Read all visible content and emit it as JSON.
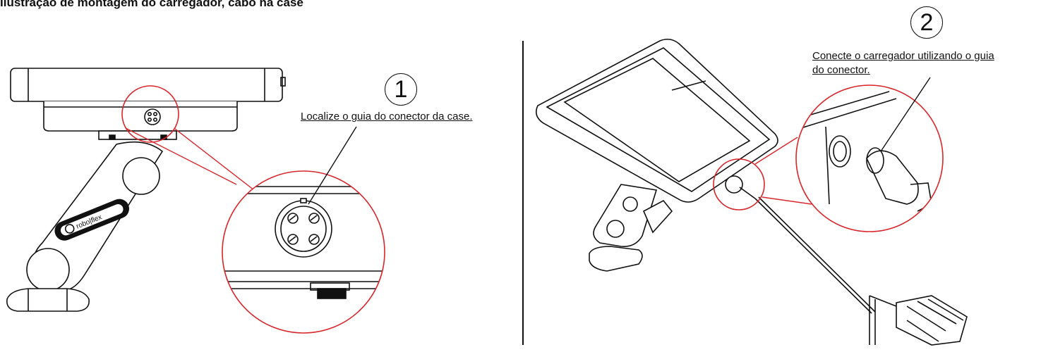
{
  "title": "Ilustração de montagem do carregador, cabo na case",
  "step1": {
    "number": "1",
    "caption": "Localize o guia do conector da case."
  },
  "step2": {
    "number": "2",
    "caption_line1": "Conecte o carregador utilizando o guia",
    "caption_line2": "do conector."
  },
  "mount_logo": "robo|flex",
  "colors": {
    "line": "#111111",
    "highlight": "#d9262b"
  }
}
